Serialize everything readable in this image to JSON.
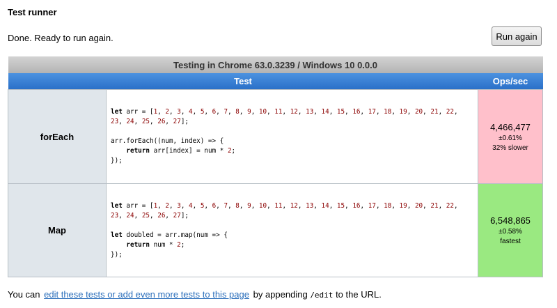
{
  "header": {
    "title": "Test runner",
    "status": "Done. Ready to run again.",
    "run_button": "Run again"
  },
  "results": {
    "environment": "Testing in Chrome 63.0.3239 / Windows 10 0.0.0",
    "columns": {
      "test": "Test",
      "ops": "Ops/sec"
    },
    "tests": [
      {
        "name": "forEach",
        "ops": "4,466,477",
        "rme": "±0.61%",
        "rank": "32% slower",
        "status_color": "#ffc0cb"
      },
      {
        "name": "Map",
        "ops": "6,548,865",
        "rme": "±0.58%",
        "rank": "fastest",
        "status_color": "#9ae981"
      }
    ]
  },
  "footer": {
    "prefix": "You can",
    "link": "edit these tests or add even more tests to this page",
    "middle": "by appending",
    "code": "/edit",
    "suffix": "to the URL."
  },
  "colors": {
    "env_bar": "#c4c4c4",
    "header_bar": "#3a80d4",
    "name_cell": "#e0e6eb",
    "link": "#2a6ebb"
  }
}
